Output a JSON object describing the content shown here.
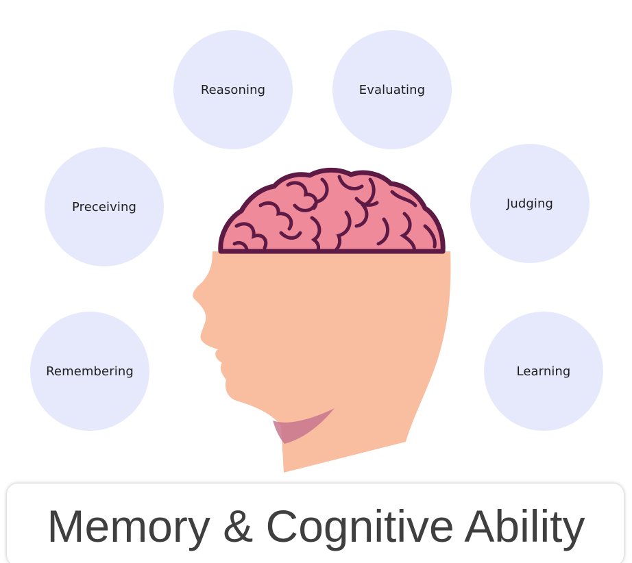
{
  "bubbles": {
    "reasoning": "Reasoning",
    "evaluating": "Evaluating",
    "preceiving": "Preceiving",
    "judging": "Judging",
    "remembering": "Remembering",
    "learning": "Learning"
  },
  "caption": "Memory & Cognitive Ability",
  "colors": {
    "bubble_fill": "#e6e9fb",
    "skin": "#f9bda0",
    "brain_fill": "#ef8a9a",
    "brain_outline": "#5c1a45",
    "neck_shadow": "#c9778e",
    "caption_text": "#3f3f3f"
  },
  "icons": {
    "head": "human-head-profile-icon",
    "brain": "brain-icon"
  }
}
